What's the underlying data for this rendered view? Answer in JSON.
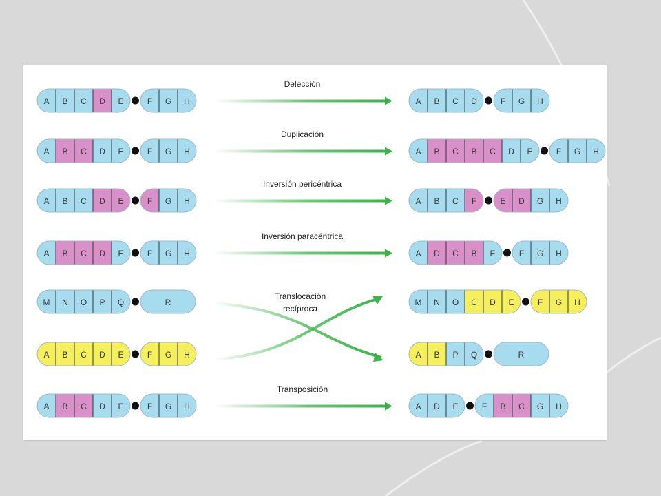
{
  "colors": {
    "slide_background": "#d9d9d9",
    "panel": "#ffffff",
    "chromosome_blue": "#a7dcef",
    "chromosome_pink": "#d98fc8",
    "chromosome_yellow": "#f5ef5e",
    "centromere": "#111111",
    "arrow": "#3db34a"
  },
  "rows": [
    {
      "id": "delection",
      "label": "Delección",
      "before": {
        "arm1": [
          {
            "l": "A",
            "c": "b"
          },
          {
            "l": "B",
            "c": "b"
          },
          {
            "l": "C",
            "c": "b"
          },
          {
            "l": "D",
            "c": "p"
          },
          {
            "l": "E",
            "c": "b"
          }
        ],
        "arm2": [
          {
            "l": "F",
            "c": "b"
          },
          {
            "l": "G",
            "c": "b"
          },
          {
            "l": "H",
            "c": "b"
          }
        ]
      },
      "after": {
        "arm1": [
          {
            "l": "A",
            "c": "b"
          },
          {
            "l": "B",
            "c": "b"
          },
          {
            "l": "C",
            "c": "b"
          },
          {
            "l": "D",
            "c": "b"
          }
        ],
        "arm2": [
          {
            "l": "F",
            "c": "b"
          },
          {
            "l": "G",
            "c": "b"
          },
          {
            "l": "H",
            "c": "b"
          }
        ]
      }
    },
    {
      "id": "duplication",
      "label": "Duplicación",
      "before": {
        "arm1": [
          {
            "l": "A",
            "c": "b"
          },
          {
            "l": "B",
            "c": "p"
          },
          {
            "l": "C",
            "c": "p"
          },
          {
            "l": "D",
            "c": "b"
          },
          {
            "l": "E",
            "c": "b"
          }
        ],
        "arm2": [
          {
            "l": "F",
            "c": "b"
          },
          {
            "l": "G",
            "c": "b"
          },
          {
            "l": "H",
            "c": "b"
          }
        ]
      },
      "after": {
        "arm1": [
          {
            "l": "A",
            "c": "b"
          },
          {
            "l": "B",
            "c": "p"
          },
          {
            "l": "C",
            "c": "p"
          },
          {
            "l": "B",
            "c": "p"
          },
          {
            "l": "C",
            "c": "p"
          },
          {
            "l": "D",
            "c": "b"
          },
          {
            "l": "E",
            "c": "b"
          }
        ],
        "arm2": [
          {
            "l": "F",
            "c": "b"
          },
          {
            "l": "G",
            "c": "b"
          },
          {
            "l": "H",
            "c": "b"
          }
        ]
      }
    },
    {
      "id": "pericentric",
      "label": "Inversión pericéntrica",
      "before": {
        "arm1": [
          {
            "l": "A",
            "c": "b"
          },
          {
            "l": "B",
            "c": "b"
          },
          {
            "l": "C",
            "c": "b"
          },
          {
            "l": "D",
            "c": "p"
          },
          {
            "l": "E",
            "c": "p"
          }
        ],
        "arm2": [
          {
            "l": "F",
            "c": "p"
          },
          {
            "l": "G",
            "c": "b"
          },
          {
            "l": "H",
            "c": "b"
          }
        ]
      },
      "after": {
        "arm1": [
          {
            "l": "A",
            "c": "b"
          },
          {
            "l": "B",
            "c": "b"
          },
          {
            "l": "C",
            "c": "b"
          },
          {
            "l": "F",
            "c": "p"
          }
        ],
        "arm2": [
          {
            "l": "E",
            "c": "p"
          },
          {
            "l": "D",
            "c": "p"
          },
          {
            "l": "G",
            "c": "b"
          },
          {
            "l": "H",
            "c": "b"
          }
        ]
      }
    },
    {
      "id": "paracentric",
      "label": "Inversión paracéntrica",
      "before": {
        "arm1": [
          {
            "l": "A",
            "c": "b"
          },
          {
            "l": "B",
            "c": "p"
          },
          {
            "l": "C",
            "c": "p"
          },
          {
            "l": "D",
            "c": "p"
          },
          {
            "l": "E",
            "c": "b"
          }
        ],
        "arm2": [
          {
            "l": "F",
            "c": "b"
          },
          {
            "l": "G",
            "c": "b"
          },
          {
            "l": "H",
            "c": "b"
          }
        ]
      },
      "after": {
        "arm1": [
          {
            "l": "A",
            "c": "b"
          },
          {
            "l": "D",
            "c": "p"
          },
          {
            "l": "C",
            "c": "p"
          },
          {
            "l": "B",
            "c": "p"
          },
          {
            "l": "E",
            "c": "b"
          }
        ],
        "arm2": [
          {
            "l": "F",
            "c": "b"
          },
          {
            "l": "G",
            "c": "b"
          },
          {
            "l": "H",
            "c": "b"
          }
        ]
      }
    },
    {
      "id": "transloc-1",
      "label": "",
      "before": {
        "arm1": [
          {
            "l": "M",
            "c": "b"
          },
          {
            "l": "N",
            "c": "b"
          },
          {
            "l": "O",
            "c": "b"
          },
          {
            "l": "P",
            "c": "b"
          },
          {
            "l": "Q",
            "c": "b"
          }
        ],
        "arm2": [
          {
            "l": "R",
            "c": "b"
          }
        ]
      },
      "after": {
        "arm1": [
          {
            "l": "M",
            "c": "b"
          },
          {
            "l": "N",
            "c": "b"
          },
          {
            "l": "O",
            "c": "b"
          },
          {
            "l": "C",
            "c": "y"
          },
          {
            "l": "D",
            "c": "y"
          },
          {
            "l": "E",
            "c": "y"
          }
        ],
        "arm2": [
          {
            "l": "F",
            "c": "y"
          },
          {
            "l": "G",
            "c": "y"
          },
          {
            "l": "H",
            "c": "y"
          }
        ]
      }
    },
    {
      "id": "transloc-2",
      "label": "",
      "before": {
        "arm1": [
          {
            "l": "A",
            "c": "y"
          },
          {
            "l": "B",
            "c": "y"
          },
          {
            "l": "C",
            "c": "y"
          },
          {
            "l": "D",
            "c": "y"
          },
          {
            "l": "E",
            "c": "y"
          }
        ],
        "arm2": [
          {
            "l": "F",
            "c": "y"
          },
          {
            "l": "G",
            "c": "y"
          },
          {
            "l": "H",
            "c": "y"
          }
        ]
      },
      "after": {
        "arm1": [
          {
            "l": "A",
            "c": "y"
          },
          {
            "l": "B",
            "c": "y"
          },
          {
            "l": "P",
            "c": "b"
          },
          {
            "l": "Q",
            "c": "b"
          }
        ],
        "arm2": [
          {
            "l": "R",
            "c": "b"
          }
        ]
      }
    },
    {
      "id": "transposition",
      "label": "Transposición",
      "before": {
        "arm1": [
          {
            "l": "A",
            "c": "b"
          },
          {
            "l": "B",
            "c": "p"
          },
          {
            "l": "C",
            "c": "p"
          },
          {
            "l": "D",
            "c": "b"
          },
          {
            "l": "E",
            "c": "b"
          }
        ],
        "arm2": [
          {
            "l": "F",
            "c": "b"
          },
          {
            "l": "G",
            "c": "b"
          },
          {
            "l": "H",
            "c": "b"
          }
        ]
      },
      "after": {
        "arm1": [
          {
            "l": "A",
            "c": "b"
          },
          {
            "l": "D",
            "c": "b"
          },
          {
            "l": "E",
            "c": "b"
          }
        ],
        "arm2": [
          {
            "l": "F",
            "c": "b"
          },
          {
            "l": "B",
            "c": "p"
          },
          {
            "l": "C",
            "c": "p"
          },
          {
            "l": "G",
            "c": "b"
          },
          {
            "l": "H",
            "c": "b"
          }
        ]
      }
    }
  ],
  "translocation_label_line1": "Translocación",
  "translocation_label_line2": "recíproca"
}
